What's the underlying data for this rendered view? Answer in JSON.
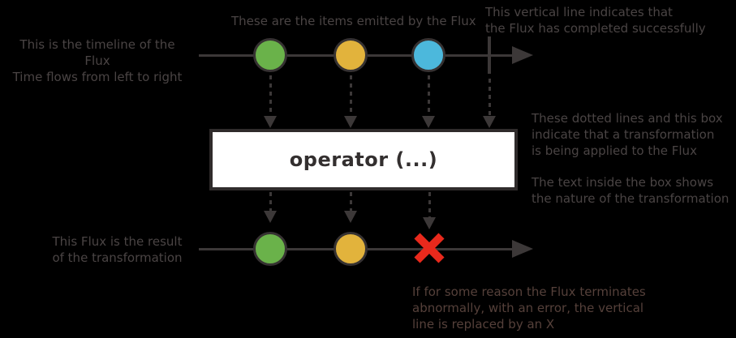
{
  "diagram_title": "Flux marble diagram explanation",
  "notes": {
    "timeline": "This is the timeline of the Flux\nTime flows from left to right",
    "items": "These are the items emitted by the Flux",
    "completion": "This vertical line indicates that\nthe Flux has completed successfully",
    "transformation": "These dotted lines and this box\nindicate that a transformation\nis being applied to the Flux",
    "box_text": "The text inside the box shows\nthe nature of the transformation",
    "result": "This Flux is the result\nof the transformation",
    "error": "If for some reason the Flux terminates\nabnormally, with an error, the vertical\nline is replaced by an X"
  },
  "operator": {
    "label": "operator (...)"
  },
  "marbles": {
    "source": [
      {
        "name": "green-marble",
        "color": "#6ab24a"
      },
      {
        "name": "yellow-marble",
        "color": "#e2b33c"
      },
      {
        "name": "blue-marble",
        "color": "#4cb8dc"
      }
    ],
    "result": [
      {
        "name": "green-marble",
        "color": "#6ab24a"
      },
      {
        "name": "yellow-marble",
        "color": "#e2b33c"
      }
    ]
  },
  "colors": {
    "background": "#000000",
    "line": "#3c3838",
    "note_text": "#4a4444",
    "error_note_text": "#55403a",
    "operator_box_background": "#ffffff",
    "operator_box_border": "#2f2b2b",
    "operator_text": "#332f2f",
    "error_red": "#e9291c"
  }
}
